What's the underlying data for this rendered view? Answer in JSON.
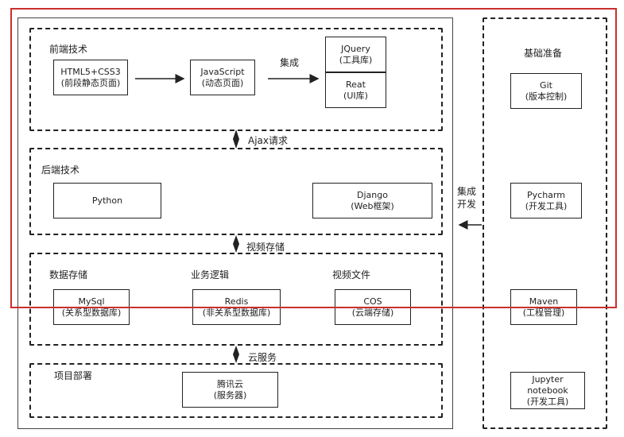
{
  "frontend": {
    "title": "前端技术",
    "html": {
      "line1": "HTML5+CSS3",
      "line2": "(前段静态页面)"
    },
    "js": {
      "line1": "JavaScript",
      "line2": "(动态页面)"
    },
    "integrate_label": "集成",
    "jquery": {
      "line1": "JQuery",
      "line2": "(工具库)"
    },
    "react": {
      "line1": "Reat",
      "line2": "(UI库)"
    }
  },
  "ajax_label": "Ajax请求",
  "backend": {
    "title": "后端技术",
    "python": {
      "line1": "Python"
    },
    "django": {
      "line1": "Django",
      "line2": "(Web框架)"
    }
  },
  "video_storage_label": "视频存储",
  "storage": {
    "data_title": "数据存储",
    "logic_title": "业务逻辑",
    "file_title": "视频文件",
    "mysql": {
      "line1": "MySql",
      "line2": "(关系型数据库)"
    },
    "redis": {
      "line1": "Redis",
      "line2": "(非关系型数据库)"
    },
    "cos": {
      "line1": "COS",
      "line2": "(云端存储)"
    }
  },
  "cloud_label": "云服务",
  "deploy": {
    "title": "项目部署",
    "tencent": {
      "line1": "腾讯云",
      "line2": "(服务器)"
    }
  },
  "integrate_dev": {
    "line1": "集成",
    "line2": "开发"
  },
  "prep": {
    "title": "基础准备",
    "git": {
      "line1": "Git",
      "line2": "(版本控制)"
    },
    "pycharm": {
      "line1": "Pycharm",
      "line2": "(开发工具)"
    },
    "maven": {
      "line1": "Maven",
      "line2": "(工程管理)"
    },
    "jupyter": {
      "line1": "Jupyter",
      "line2": "notebook",
      "line3": "(开发工具)"
    }
  },
  "colors": {
    "highlight": "#c9302c",
    "line": "#222222"
  }
}
